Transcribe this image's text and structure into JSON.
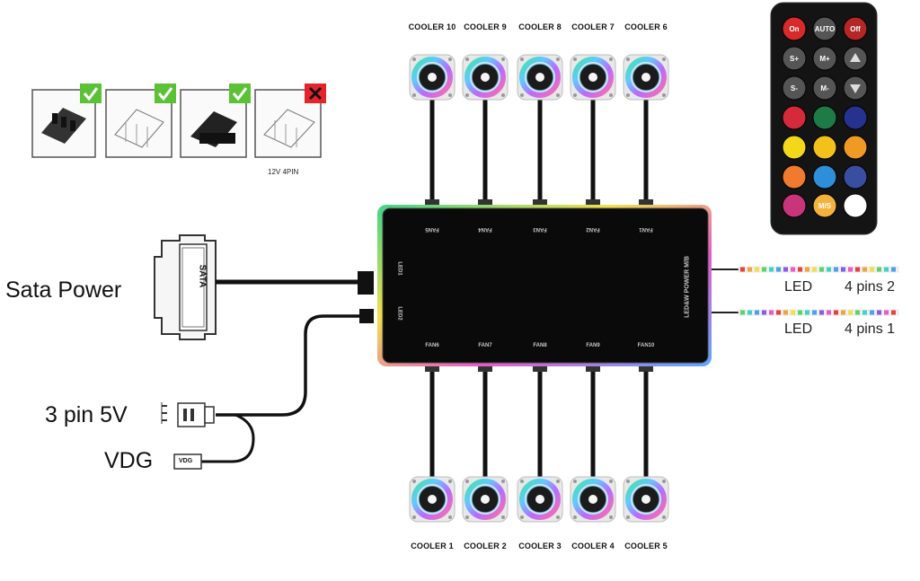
{
  "coolers_top": [
    "COOLER 10",
    "COOLER 9",
    "COOLER 8",
    "COOLER 7",
    "COOLER 6"
  ],
  "coolers_bottom": [
    "COOLER 1",
    "COOLER 2",
    "COOLER 3",
    "COOLER 4",
    "COOLER 5"
  ],
  "hub": {
    "ports_top": [
      "FAN5",
      "FAN4",
      "FAN3",
      "FAN2",
      "FAN1"
    ],
    "ports_bottom": [
      "FAN6",
      "FAN7",
      "FAN8",
      "FAN9",
      "FAN10"
    ],
    "led_left_top": "LED1",
    "led_left_bottom": "LED2",
    "side_label": "LED&W POWER M/B"
  },
  "connectors": {
    "sata_label": "Sata Power",
    "sata_plug_text": "SATA",
    "pin5v_label": "3 pin 5V",
    "vdg_label": "VDG",
    "vdg_plug_text": "VDG",
    "header_caption": "12V 4PIN",
    "header_status": [
      "ok",
      "ok",
      "ok",
      "no"
    ]
  },
  "led_strips": [
    {
      "label": "LED",
      "pins": "4 pins 2"
    },
    {
      "label": "LED",
      "pins": "4 pins 1"
    }
  ],
  "remote": {
    "top_buttons": [
      "On",
      "AUTO",
      "Off"
    ],
    "row2": [
      "S+",
      "M+",
      "up-arrow"
    ],
    "row3": [
      "S-",
      "M-",
      "down-arrow"
    ],
    "color_rows": [
      [
        "#d42a3a",
        "#1e7a46",
        "#25338f"
      ],
      [
        "#f3d81a",
        "#f2c21a",
        "#ef9a25"
      ],
      [
        "#f07a2d",
        "#2e8ed8",
        "#3a4ea0"
      ],
      [
        "#c8357a",
        "#f4b23c",
        "#ffffff"
      ]
    ],
    "mode_button": "M/S"
  },
  "colors": {
    "hub_body": "#0a0a0a",
    "cable": "#111111",
    "check_green": "#5bc236",
    "cross_red": "#e62329"
  }
}
